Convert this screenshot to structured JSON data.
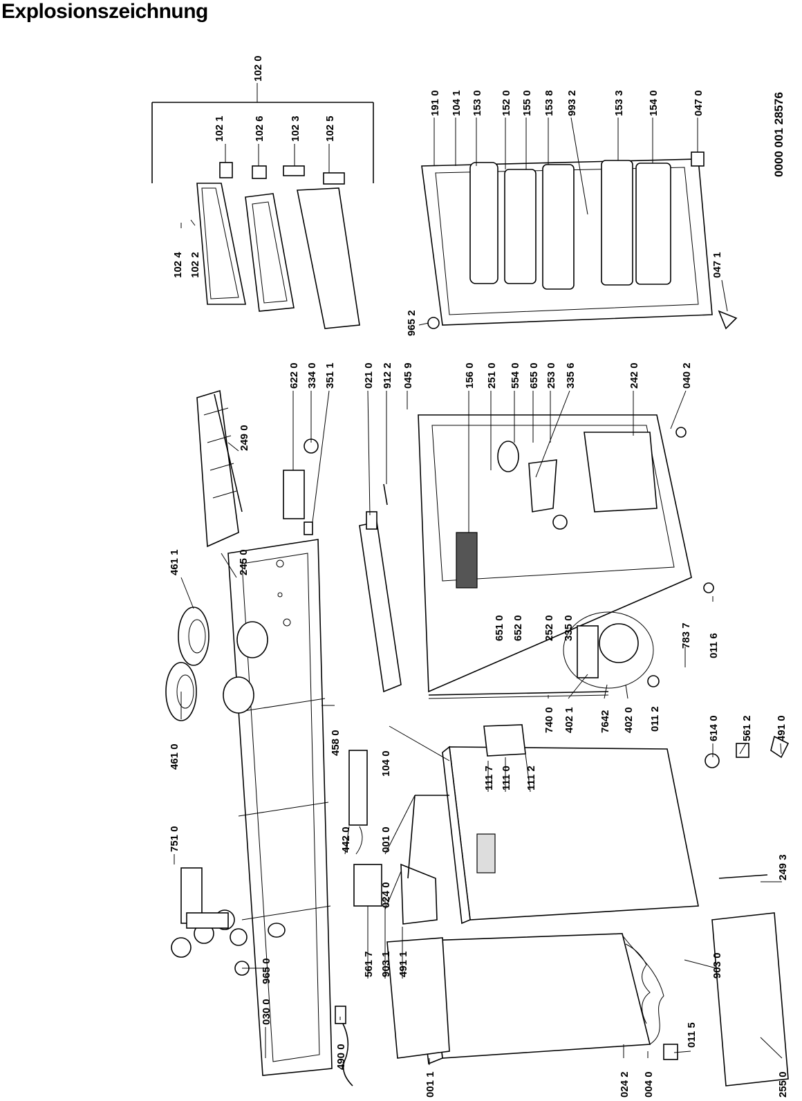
{
  "title": "Explosionszeichnung",
  "doc_number": "0000 001 28576",
  "parts": [
    "102 0",
    "102 1",
    "102 6",
    "102 3",
    "102 5",
    "102 4",
    "102 2",
    "191 0",
    "104 1",
    "153 0",
    "152 0",
    "155 0",
    "153 8",
    "993 2",
    "153 3",
    "154 0",
    "047 0",
    "047 1",
    "965 2",
    "622 0",
    "334 0",
    "351 1",
    "021 0",
    "912 2",
    "045 9",
    "156 0",
    "251 0",
    "554 0",
    "655 0",
    "253 0",
    "335 6",
    "242 0",
    "040 2",
    "461 1",
    "245 0",
    "249 0",
    "461 0",
    "458 0",
    "651 0",
    "652 0",
    "252 0",
    "335 0",
    "011 6",
    "783 7",
    "011 2",
    "740 0",
    "402 1",
    "7642",
    "402 0",
    "614 0",
    "561 2",
    "491 0",
    "751 0",
    "104 0",
    "111 7",
    "111 0",
    "111 2",
    "442 0",
    "001 0",
    "024 0",
    "561 7",
    "903 1",
    "491 1",
    "965 0",
    "030 0",
    "490 0",
    "001 1",
    "024 2",
    "004 0",
    "011 5",
    "903 0",
    "255 0",
    "249 3"
  ]
}
